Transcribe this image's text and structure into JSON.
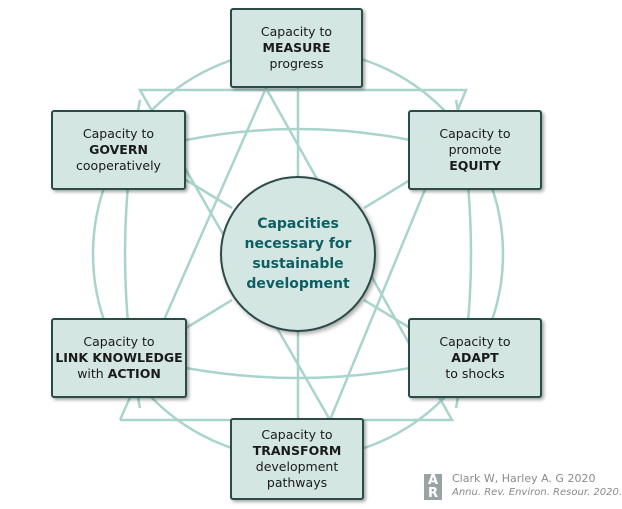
{
  "center": {
    "lines": [
      "Capacities",
      "necessary for",
      "sustainable",
      "development"
    ]
  },
  "nodes": {
    "measure": {
      "line1": "Capacity to",
      "line2": "MEASURE",
      "line3": "progress"
    },
    "equity": {
      "line1": "Capacity to",
      "line2": "promote",
      "line3": "EQUITY"
    },
    "adapt": {
      "line1": "Capacity to",
      "line2": "ADAPT",
      "line3": "to shocks"
    },
    "transform": {
      "line1": "Capacity to",
      "line2": "TRANSFORM",
      "line3": "development",
      "line4": "pathways"
    },
    "link": {
      "line1": "Capacity to",
      "line2": "LINK KNOWLEDGE",
      "line3a": "with ",
      "line3b": "ACTION"
    },
    "govern": {
      "line1": "Capacity to",
      "line2": "GOVERN",
      "line3": "cooperatively"
    }
  },
  "credit": {
    "logo_letters": [
      "A",
      "R"
    ],
    "citation": "Clark W, Harley A. G 2020",
    "journal": "Annu. Rev. Environ. Resour. 2020."
  },
  "colors": {
    "line": "#a9d4cc",
    "fill": "#d3e6e2",
    "border": "#2a4b47",
    "center_text": "#0d5f63"
  }
}
